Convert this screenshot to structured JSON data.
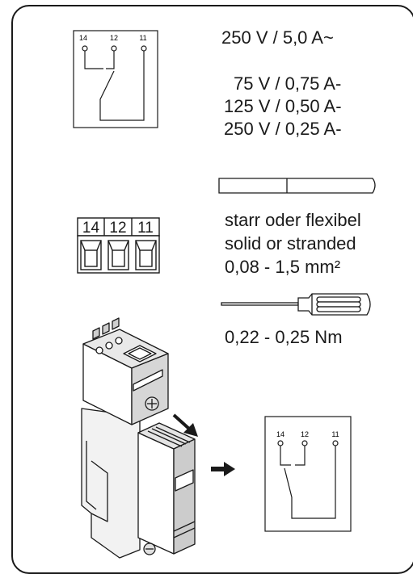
{
  "ratings": {
    "ac": "250 V / 5,0   A~",
    "dc": [
      "75 V / 0,75 A-",
      "125 V / 0,50 A-",
      "250 V / 0,25 A-"
    ]
  },
  "terminals": [
    "14",
    "12",
    "11"
  ],
  "wire_spec": {
    "line1": "starr oder flexibel",
    "line2": "solid or stranded",
    "line3": "0,08 - 1,5 mm²"
  },
  "torque": "0,22 - 0,25 Nm",
  "icons": [
    "relay-contact-diagram-icon",
    "terminal-block-icon",
    "wire-icon",
    "screwdriver-icon",
    "relay-module-icon",
    "arrow-right-icon"
  ]
}
